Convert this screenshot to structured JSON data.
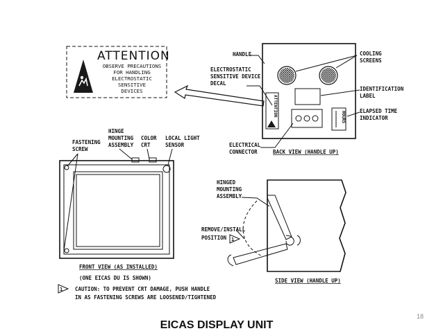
{
  "attention": {
    "title": "ATTENTION",
    "lines": [
      "OBSERVE PRECAUTIONS",
      "FOR HANDLING",
      "ELECTROSTATIC",
      "SENSITIVE",
      "DEVICES"
    ]
  },
  "back_view": {
    "handle": "HANDLE",
    "cooling_screens": [
      "COOLING",
      "SCREENS"
    ],
    "esd_decal": [
      "ELECTROSTATIC",
      "SENSITIVE DEVICE",
      "DECAL"
    ],
    "identification_label": [
      "IDENTIFICATION",
      "LABEL"
    ],
    "elapsed_time_indicator": [
      "ELAPSED TIME",
      "INDICATOR"
    ],
    "electrical_connector": [
      "ELECTRICAL",
      "CONNECTOR"
    ],
    "caption": "BACK VIEW (HANDLE UP)",
    "decal_text": "ATTENTION",
    "hours_text": "HOURS"
  },
  "front_view": {
    "fastening_screw": [
      "FASTENING",
      "SCREW"
    ],
    "hinge_mounting_assembly": [
      "HINGE",
      "MOUNTING",
      "ASSEMBLY"
    ],
    "color_crt": [
      "COLOR",
      "CRT"
    ],
    "local_light_sensor": [
      "LOCAL LIGHT",
      "SENSOR"
    ],
    "caption": "FRONT VIEW (AS INSTALLED)",
    "subcaption": "(ONE EICAS DU IS SHOWN)"
  },
  "side_view": {
    "hinged_mounting_assembly": [
      "HINGED",
      "MOUNTING",
      "ASSEMBLY"
    ],
    "remove_install": "REMOVE/INSTALL",
    "position": "POSITION",
    "caption": "SIDE VIEW (HANDLE UP)"
  },
  "caution": {
    "marker": "1",
    "lines": [
      "CAUTION: TO PREVENT CRT DAMAGE, PUSH HANDLE",
      "IN AS FASTENING SCREWS ARE LOOSENED/TIGHTENED"
    ]
  },
  "slide_title": "EICAS DISPLAY UNIT",
  "page_number": "18"
}
